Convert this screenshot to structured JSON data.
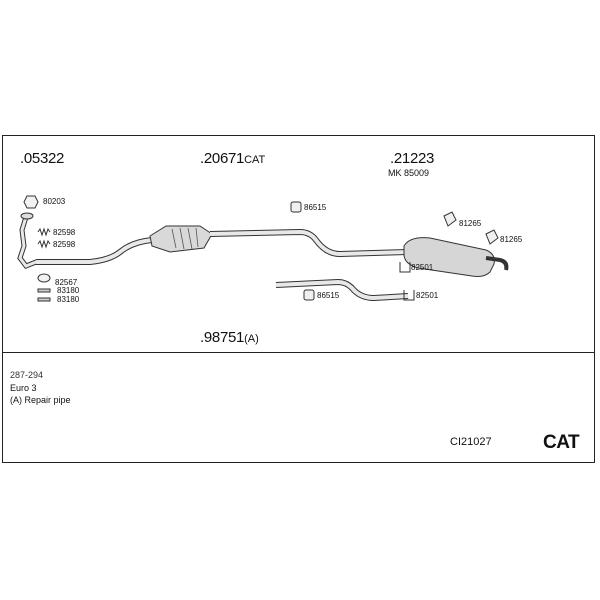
{
  "parts": {
    "p05322": {
      "number": ".05322",
      "suffix": ""
    },
    "p20671": {
      "number": ".20671",
      "suffix": "CAT"
    },
    "p21223": {
      "number": ".21223",
      "suffix": ""
    },
    "mk": "MK 85009",
    "p98751": {
      "number": ".98751",
      "suffix": "(A)"
    }
  },
  "small_labels": {
    "l80203": "80203",
    "l82598a": "82598",
    "l82598b": "82598",
    "l82567": "82567",
    "l83180a": "83180",
    "l83180b": "83180",
    "l86515a": "86515",
    "l86515b": "86515",
    "l82501a": "82501",
    "l82501b": "82501",
    "l81265a": "81265",
    "l81265b": "81265"
  },
  "notes": {
    "range": "287-294",
    "euro": "Euro 3",
    "repair": "(A) Repair pipe"
  },
  "footer": {
    "code": "CI21027",
    "badge": "CAT"
  }
}
